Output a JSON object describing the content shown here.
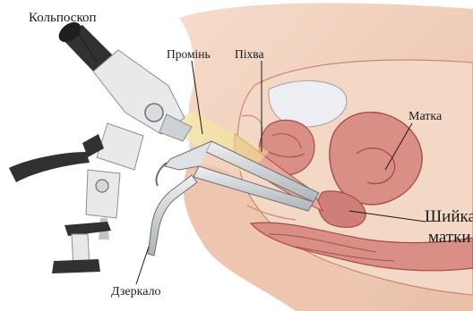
{
  "labels": {
    "colposcope": "Кольпоскоп",
    "beam": "Промінь",
    "vagina": "Піхва",
    "uterus": "Матка",
    "cervix_line1": "Шийка",
    "cervix_line2": "матки",
    "speculum": "Дзеркало"
  },
  "colors": {
    "skin": "#f1d2bf",
    "tissue": "#d98f86",
    "tissue_dark": "#a74b4b",
    "bladder": "#eceef3",
    "beam": "#f3e6a6",
    "instrument_dark": "#2f3133",
    "instrument_light": "#e7e9ea",
    "speculum": "#c9cdd0"
  }
}
